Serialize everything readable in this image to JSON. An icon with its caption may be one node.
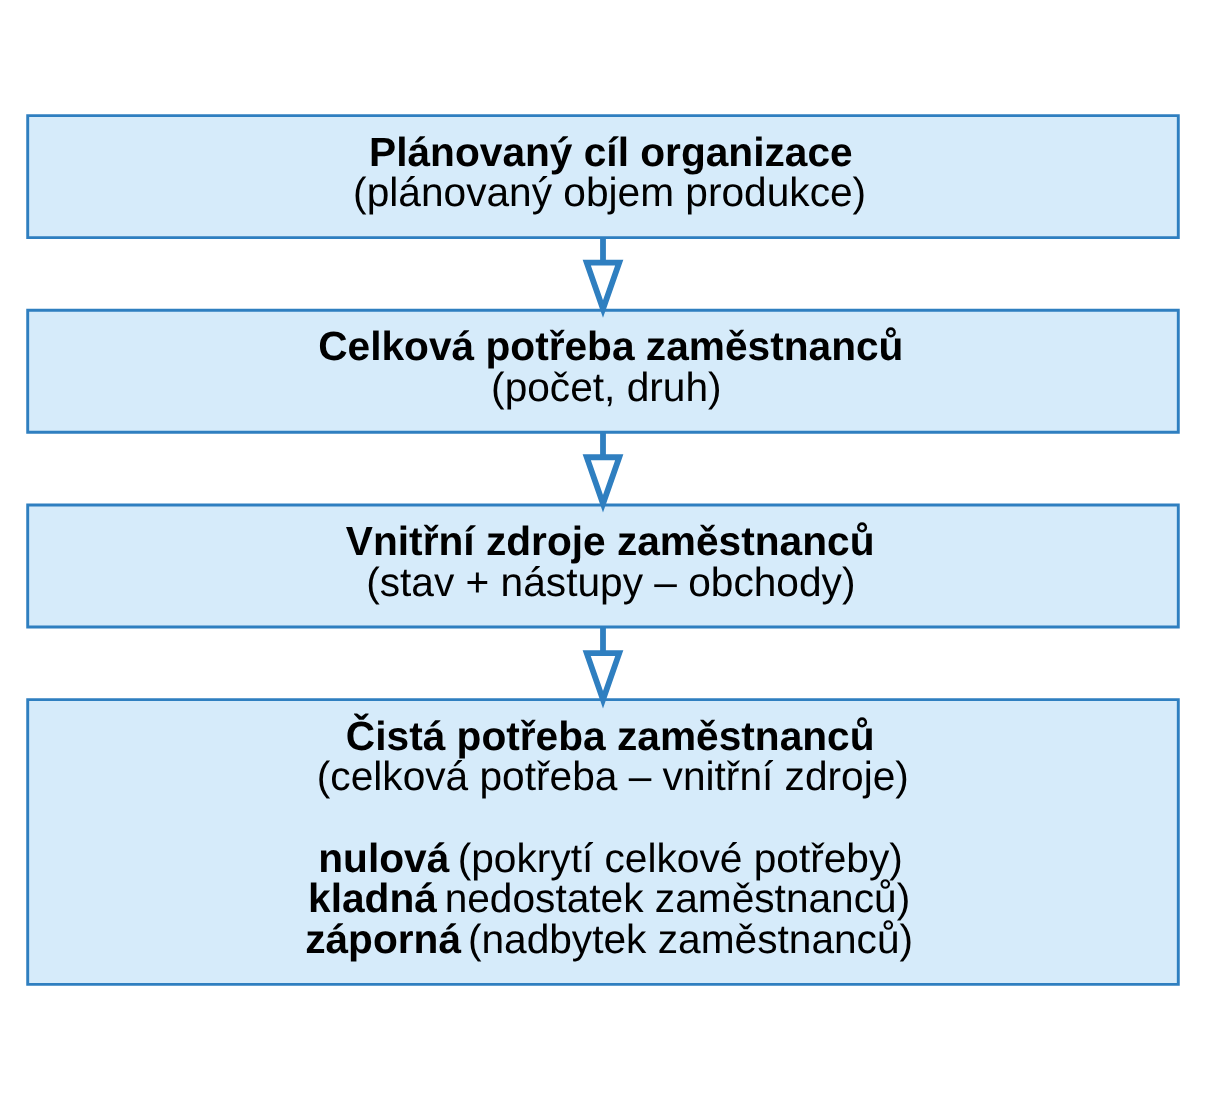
{
  "diagram": {
    "nodes": [
      {
        "text": [
          "Plánovaný cíl organizace",
          "(plánovaný objem produkce)"
        ]
      },
      {
        "text": [
          "Celková potřeba zaměstnanců",
          "(počet, druh)"
        ]
      },
      {
        "text": [
          "Vnitřní zdroje zaměstnanců",
          "(stav + nástupy – obchody)"
        ]
      },
      {
        "text": [
          "Čistá potřeba zaměstnanců",
          "(celková potřeba – vnitřní zdroje)",
          "**nulová** (pokrytí celkové potřeby)",
          "**kladná** nedostatek zaměstnanců)",
          "**záporná** (nadbytek zaměstnanců)"
        ]
      }
    ],
    "edges": [
      {
        "from": 0,
        "to": 1,
        "arrow": "to"
      },
      {
        "from": 1,
        "to": 2,
        "arrow": "to"
      },
      {
        "from": 2,
        "to": 3,
        "arrow": "to"
      }
    ]
  }
}
